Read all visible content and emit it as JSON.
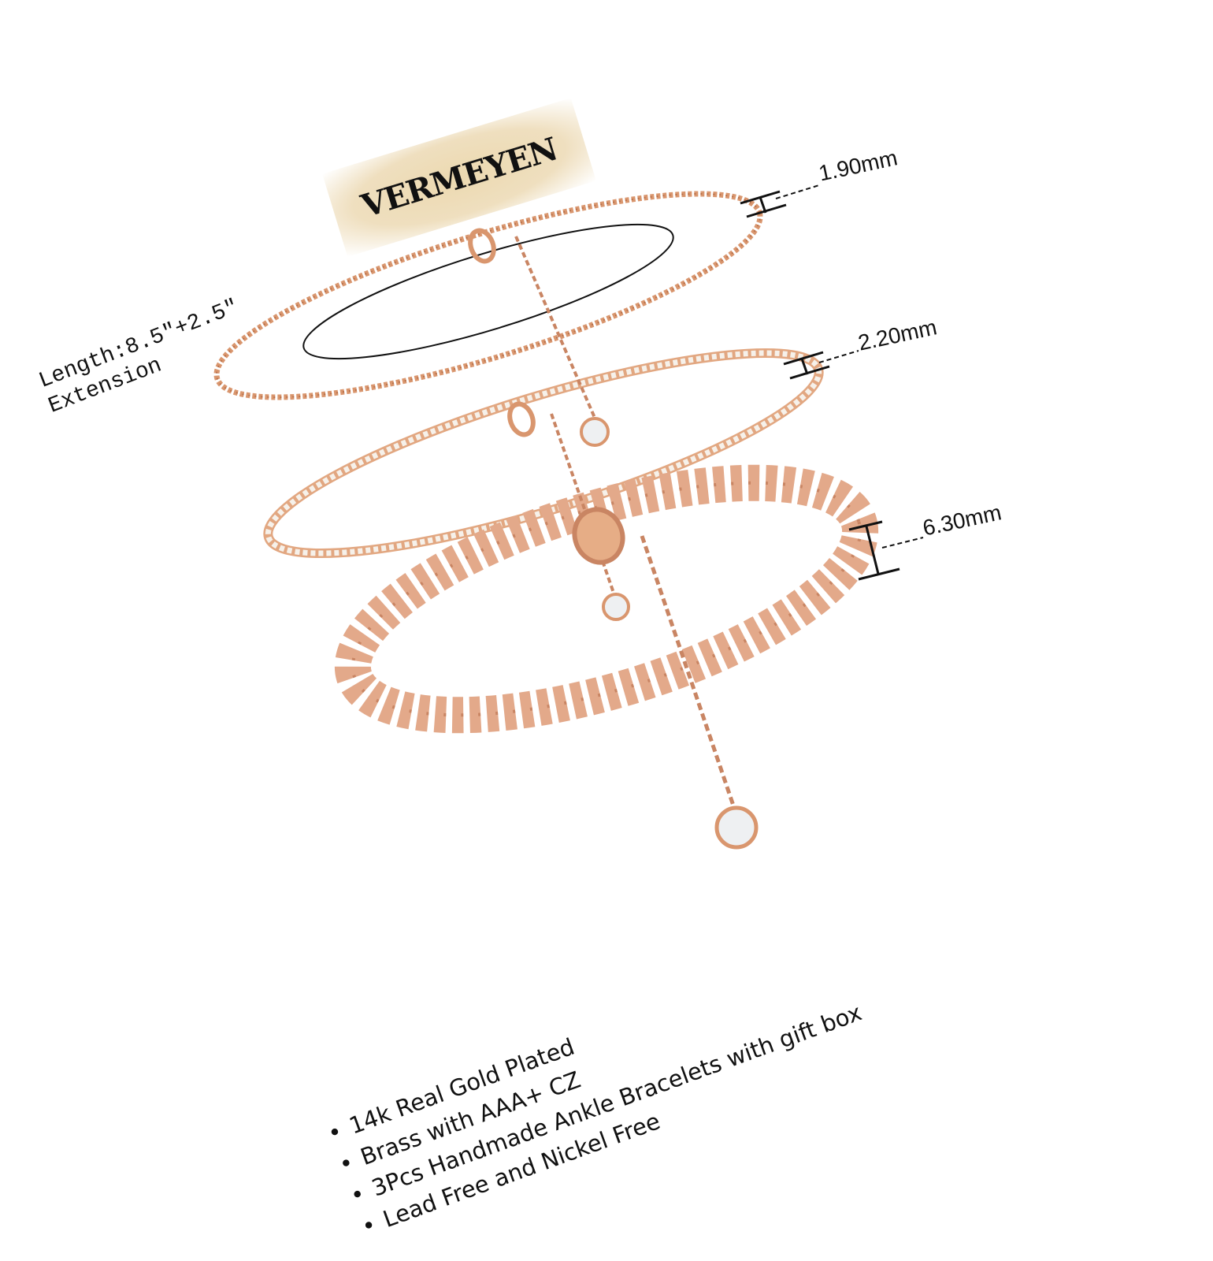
{
  "brand": "VERMEYEN",
  "length_label": {
    "line1": "Length:8.5″+2.5″",
    "line2": "Extension"
  },
  "measurements": [
    "1.90mm",
    "2.20mm",
    "6.30mm"
  ],
  "features": [
    "14k Real Gold Plated",
    "Brass with AAA+ CZ",
    "3Pcs Handmade Ankle Bracelets with gift box",
    "Lead Free and Nickel Free"
  ],
  "colors": {
    "gold": "#d9966e",
    "gold_dark": "#b8704a",
    "banner": "#ecd9b0"
  }
}
